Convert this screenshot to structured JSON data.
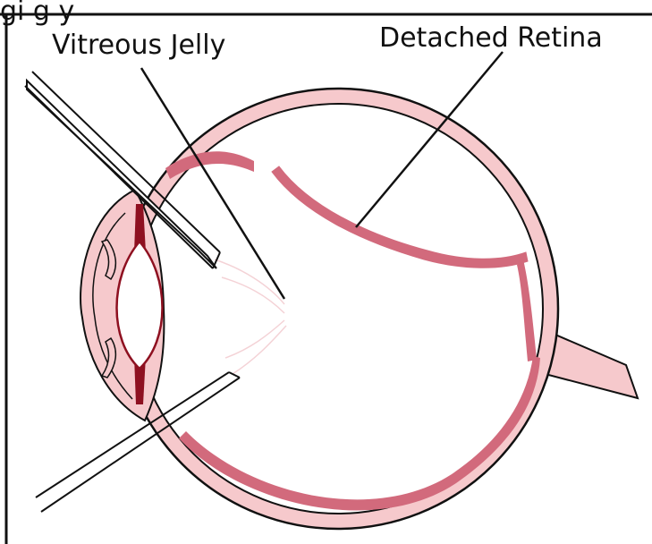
{
  "header": {
    "title_fragment": "gi g  y"
  },
  "labels": {
    "vitreous_jelly": "Vitreous Jelly",
    "detached_retina": "Detached Retina"
  },
  "colors": {
    "outline": "#111111",
    "sclera": "#f6c9cc",
    "retina": "#d26a7c",
    "lens_edge": "#8e1020",
    "background": "#ffffff"
  }
}
